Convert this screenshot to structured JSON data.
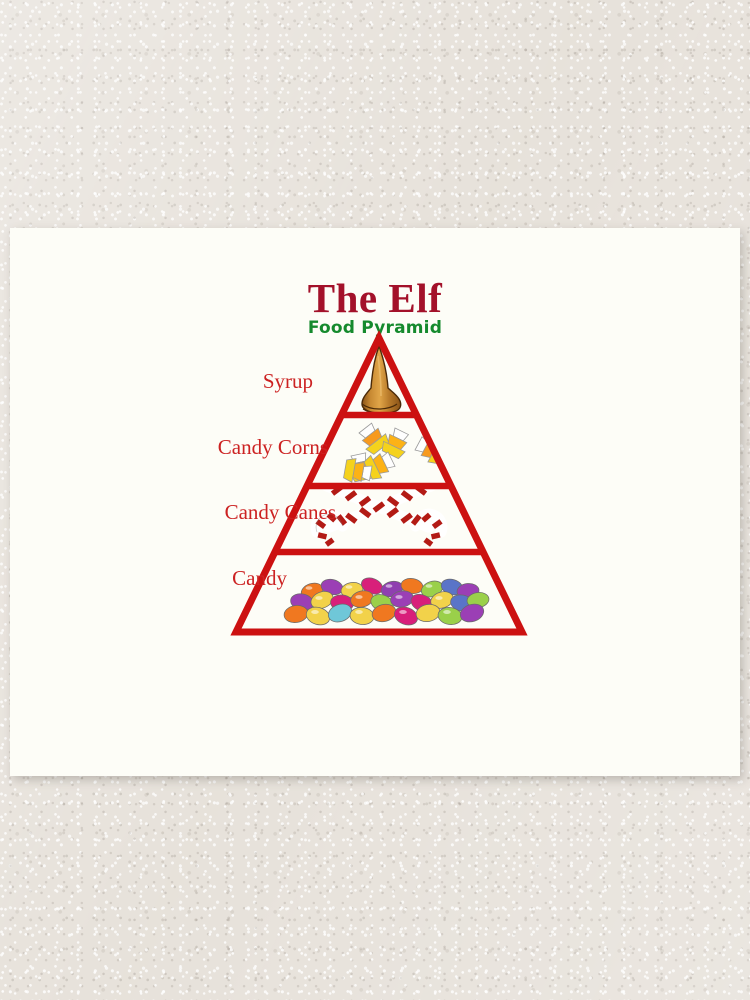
{
  "scene": {
    "background": "textured-plaster-wall",
    "wall_color": "#e8e3dc",
    "poster_color": "#fdfdf7"
  },
  "poster": {
    "title": "The Elf",
    "subtitle": "Food Pyramid",
    "title_color": "#a3112a",
    "subtitle_color": "#158a2d",
    "pyramid_color": "#cc1111",
    "label_color": "#cc2222",
    "tiers": [
      {
        "label": "Syrup",
        "icon": "syrup-drip-icon"
      },
      {
        "label": "Candy Corns",
        "icon": "candy-corn-icon"
      },
      {
        "label": "Candy Canes",
        "icon": "candy-cane-icon"
      },
      {
        "label": "Candy",
        "icon": "jelly-bean-icon"
      }
    ]
  },
  "chart_data": {
    "type": "pyramid",
    "title": "The Elf Food Pyramid",
    "subtitle": "Food Pyramid",
    "orientation": "apex-up",
    "levels": [
      {
        "rank": 1,
        "name": "Syrup",
        "position": "top",
        "relative_width": 0.14
      },
      {
        "rank": 2,
        "name": "Candy Corns",
        "position": "upper-middle",
        "relative_width": 0.42
      },
      {
        "rank": 3,
        "name": "Candy Canes",
        "position": "lower-middle",
        "relative_width": 0.7
      },
      {
        "rank": 4,
        "name": "Candy",
        "position": "base",
        "relative_width": 1.0
      }
    ],
    "colors": {
      "outline": "#cc1111",
      "label": "#cc2222",
      "fill": "#ffffff"
    }
  }
}
